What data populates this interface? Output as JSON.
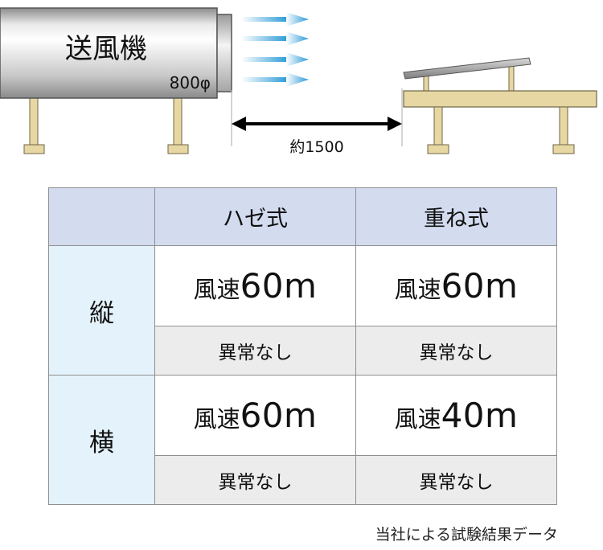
{
  "diagram": {
    "blower_label": "送風機",
    "blower_diameter": "800φ",
    "distance_label": "約1500"
  },
  "table": {
    "corner": "",
    "columns": [
      "ハゼ式",
      "重ね式"
    ],
    "rows": [
      {
        "label": "縦",
        "cells": [
          {
            "speed_prefix": "風速",
            "speed_value": "60m",
            "status": "異常なし"
          },
          {
            "speed_prefix": "風速",
            "speed_value": "60m",
            "status": "異常なし"
          }
        ]
      },
      {
        "label": "横",
        "cells": [
          {
            "speed_prefix": "風速",
            "speed_value": "60m",
            "status": "異常なし"
          },
          {
            "speed_prefix": "風速",
            "speed_value": "40m",
            "status": "異常なし"
          }
        ]
      }
    ]
  },
  "footer": {
    "source_note": "当社による試験結果データ"
  },
  "colors": {
    "header_bg": "#d3dbef",
    "row_label_bg": "#e4f2fb",
    "status_bg": "#ececec",
    "arrow_blue": "#2a9ad8",
    "stand_tan": "#e7d7a3"
  }
}
